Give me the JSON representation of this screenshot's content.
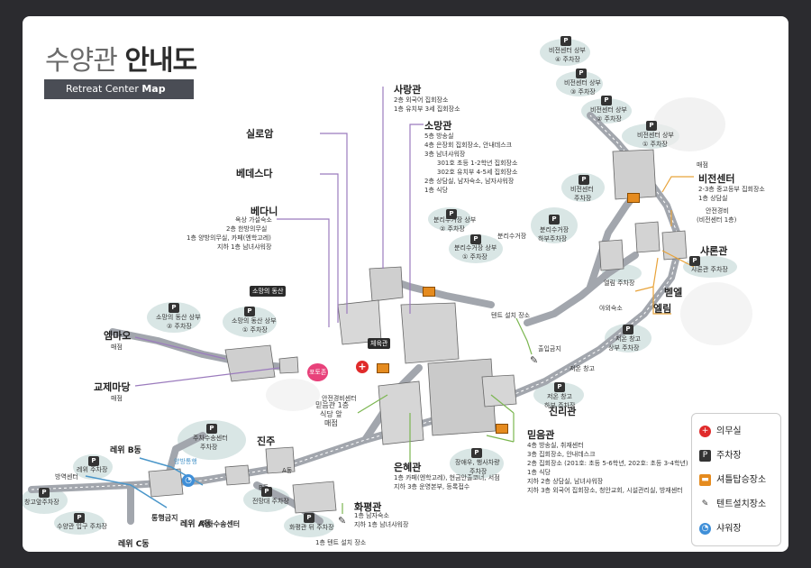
{
  "header": {
    "title_light": "수양관",
    "title_bold": "안내도",
    "subtitle_light": "Retreat Center",
    "subtitle_bold": "Map"
  },
  "buildings": {
    "sarang": {
      "name": "사랑관",
      "lines": [
        "2층 외국어 집회장소",
        "1층 유치부 3세 집회장소"
      ]
    },
    "somang": {
      "name": "소망관",
      "lines": [
        "5층 방송실",
        "4층 은장회 집회장소, 안내데스크",
        "3층 남녀샤워장",
        "301호 초등 1-2학년 집회장소",
        "302호 유치부 4-5세 집회장소",
        "2층 상담실, 남자숙소, 남자샤워장",
        "1층 식당"
      ]
    },
    "siloam": {
      "name": "실로암"
    },
    "bethesda": {
      "name": "베데스다"
    },
    "bethany": {
      "name": "베다니",
      "lines": [
        "옥상 가설숙소",
        "2층 한방의무실",
        "1층 양방의무실, 카페(엔학고레)",
        "지하 1층 남녀샤워장"
      ]
    },
    "emmaus": {
      "name": "엠마오",
      "sub": "매점"
    },
    "fellowship": {
      "name": "교제마당",
      "sub": "매점"
    },
    "vision": {
      "name": "비전센터",
      "lines": [
        "2-3층 중고등부 집회장소",
        "1층 상담실"
      ]
    },
    "sharon": {
      "name": "샤론관"
    },
    "bethel": {
      "name": "벧엘"
    },
    "elim": {
      "name": "엘림"
    },
    "jinri": {
      "name": "진리관"
    },
    "mideum": {
      "name": "믿음관",
      "lines": [
        "4층 방송실, 취재센터",
        "3층 집회장소, 안내데스크",
        "2층 집회장소 (201호: 초등 5-6학년, 202호: 초등 3-4학년)",
        "1층 식당",
        "지하 2층 상담실, 남녀샤워장",
        "지하 3층 외국어 집회장소, 청안교회, 시설관리실, 방재센터"
      ]
    },
    "eunhye": {
      "name": "은혜관",
      "lines": [
        "1층 카페(엔학고레), 현금안출코너, 서점",
        "지하 3층 운영본부, 등록접수"
      ]
    },
    "hwapyeong": {
      "name": "화평관",
      "lines": [
        "1층 남자숙소",
        "지하 1층 남녀샤워장"
      ]
    },
    "jinju": {
      "name": "진주"
    },
    "rewi_b": {
      "name": "레위 B동"
    },
    "rewi_a": {
      "name": "레위 A동"
    },
    "rewi_c": {
      "name": "레위 C동"
    }
  },
  "labels": {
    "somang_hill": "소망의 동산",
    "mideum_1f": "믿음관 1층",
    "mideum_1f_sub1": "식당 앞",
    "mideum_1f_sub2": "매점",
    "safety_center": "안전경비센터",
    "security": "안전경비",
    "security_sub": "(비전센터 1층)",
    "store": "매점",
    "tent": "텐트 설치 장소",
    "no_entry": "출입금지",
    "outdoor": "야외숙소",
    "jinju_shuttle": "주차수송센터",
    "no_pass": "통행금지",
    "gymnasium": "체육관",
    "photo_zone": "포토존",
    "hwapyeong_tent": "1층 텐트 설치 장소",
    "vision_b": "B동",
    "vision_a": "A동",
    "shuttle_route": "양방통행"
  },
  "parking": [
    {
      "name": "비전센터 상부",
      "num": "④",
      "sub": "주차장"
    },
    {
      "name": "비전센터 상부",
      "num": "③",
      "sub": "주차장"
    },
    {
      "name": "비전센터 상부",
      "num": "②",
      "sub": "주차장"
    },
    {
      "name": "비전센터 상부",
      "num": "①",
      "sub": "주차장"
    },
    {
      "name": "비전센터",
      "sub": "주차장"
    },
    {
      "name": "분리수거장",
      "sub": "하부주차장"
    },
    {
      "name": "분리수거장 상부",
      "num": "②",
      "sub": "주차장"
    },
    {
      "name": "분리수거장 상부",
      "num": "①",
      "sub": "주차장"
    },
    {
      "name": "분리수거장"
    },
    {
      "name": "샤론관 주차장"
    },
    {
      "name": "엘림 주차장"
    },
    {
      "name": "저온 창고",
      "sub": "상부 주차장"
    },
    {
      "name": "저온 창고"
    },
    {
      "name": "저온 창고",
      "sub": "하부 주차장"
    },
    {
      "name": "소망의 동산 상부",
      "num": "②",
      "sub": "주차장"
    },
    {
      "name": "소망의 동산 상부",
      "num": "①",
      "sub": "주차장"
    },
    {
      "name": "장애우, 행사차량",
      "sub": "주차장"
    },
    {
      "name": "주차수송센터",
      "sub": "주차장"
    },
    {
      "name": "레위 주차장"
    },
    {
      "name": "창고앞주차장"
    },
    {
      "name": "수양관 입구 주차장"
    },
    {
      "name": "전망대 주차장"
    },
    {
      "name": "화평관 뒤 주차장"
    },
    {
      "name": "방역센터"
    }
  ],
  "legend": [
    {
      "icon": "+",
      "label": "의무실",
      "color": "#e02b2b"
    },
    {
      "icon": "P",
      "label": "주차장",
      "color": "#333333"
    },
    {
      "icon": "▬",
      "label": "셔틀탑승장소",
      "color": "#e58b1f"
    },
    {
      "icon": "✎",
      "label": "텐트설치장소",
      "color": "#444444"
    },
    {
      "icon": "◔",
      "label": "샤워장",
      "color": "#3f8fd8"
    }
  ],
  "colors": {
    "road": "#a2a6ad",
    "parking_blob": "#d9e6e5",
    "line_purple": "#9b7bbd",
    "line_orange": "#e8a33a",
    "line_green": "#7bb650",
    "line_blue": "#4a96c9"
  }
}
